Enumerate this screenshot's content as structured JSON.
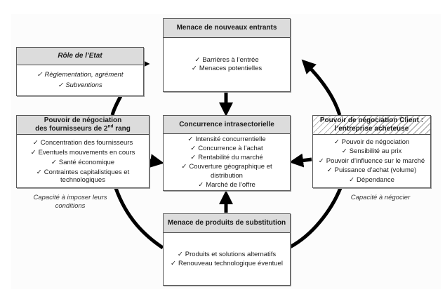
{
  "diagram": {
    "type": "porter-five-forces",
    "check_glyph": "✓",
    "boxes": {
      "etat": {
        "title": "Rôle de l’Etat",
        "items": [
          "Règlementation, agrément",
          "Subventions"
        ]
      },
      "nouveaux_entrants": {
        "title": "Menace de nouveaux entrants",
        "items": [
          "Barrières à l’entrée",
          "Menaces potentielles"
        ]
      },
      "fournisseurs": {
        "title_line1": "Pouvoir de négociation",
        "title_line2_pre": "des fournisseurs de 2",
        "title_line2_sup": "nd",
        "title_line2_post": " rang",
        "items": [
          "Concentration des fournisseurs",
          "Eventuels mouvements en cours",
          "Santé économique",
          "Contraintes capitalistiques et technologiques"
        ]
      },
      "concurrence": {
        "title": "Concurrence intrasectorielle",
        "items": [
          "Intensité concurrentielle",
          "Concurrence à l’achat",
          "Rentabilité du marché",
          "Couverture géographique et distribution",
          "Marché de l’offre"
        ]
      },
      "client": {
        "title_line1": "Pouvoir de négociation Client :",
        "title_line2": "l’entreprise acheteuse",
        "items": [
          "Pouvoir de négociation",
          "Sensibilité au prix",
          "Pouvoir d’influence sur le marché",
          "Puissance d’achat (volume)",
          "Dépendance"
        ]
      },
      "substitution": {
        "title": "Menace de produits de substitution",
        "items": [
          "Produits et solutions alternatifs",
          "Renouveau technologique éventuel"
        ]
      }
    },
    "captions": {
      "fournisseurs": "Capacité à imposer leurs conditions",
      "client": "Capacité à négocier"
    },
    "colors": {
      "header_bg": "#dcdcdc",
      "border": "#5a5a5a",
      "arrow": "#000000"
    }
  }
}
